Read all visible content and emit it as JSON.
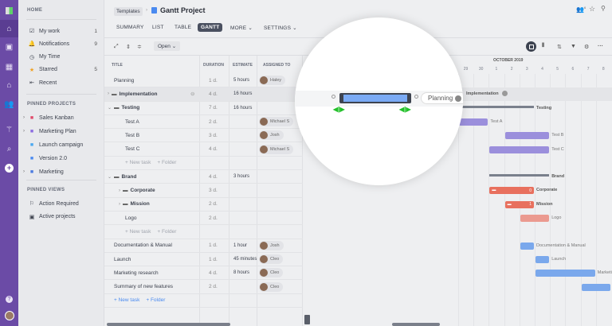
{
  "rail": {
    "icons": [
      "logo-icon",
      "home-icon",
      "briefcase-icon",
      "board-icon",
      "building-icon",
      "people-icon",
      "wand-icon",
      "search-icon",
      "plus-icon",
      "help-icon",
      "avatar"
    ]
  },
  "sidebar": {
    "home_heading": "HOME",
    "items": [
      {
        "label": "My work",
        "count": "1",
        "icon": "checkbox-icon"
      },
      {
        "label": "Notifications",
        "count": "9",
        "icon": "bell-icon"
      },
      {
        "label": "My Time",
        "count": "",
        "icon": "clock-icon"
      },
      {
        "label": "Starred",
        "count": "5",
        "icon": "star-icon"
      },
      {
        "label": "Recent",
        "count": "",
        "icon": "recent-icon"
      }
    ],
    "pinned_projects_heading": "PINNED PROJECTS",
    "projects": [
      {
        "label": "Sales Kanban",
        "color": "#e04a6a",
        "expandable": true
      },
      {
        "label": "Marketing Plan",
        "color": "#8a6ae0",
        "expandable": true
      },
      {
        "label": "Launch campaign",
        "color": "#4aa8f0",
        "expandable": false
      },
      {
        "label": "Version 2.0",
        "color": "#4a8af0",
        "expandable": false
      },
      {
        "label": "Marketing",
        "color": "#4a7ae0",
        "expandable": true
      }
    ],
    "pinned_views_heading": "PINNED VIEWS",
    "views": [
      {
        "label": "Action Required",
        "icon": "action-icon"
      },
      {
        "label": "Active projects",
        "icon": "briefcase-icon"
      }
    ]
  },
  "header": {
    "breadcrumb": "Templates",
    "title": "Gantt Project",
    "tabs": [
      "SUMMARY",
      "LIST",
      "TABLE",
      "GANTT",
      "MORE",
      "SETTINGS"
    ],
    "active_tab": "GANTT",
    "members_count": "6"
  },
  "toolbar": {
    "open_label": "Open"
  },
  "table": {
    "columns": [
      "TITLE",
      "DURATION",
      "ESTIMATE",
      "ASSIGNED TO"
    ],
    "rows": [
      {
        "title": "Planning",
        "duration": "1 d.",
        "estimate": "5 hours",
        "assignee": "Haley",
        "level": 0,
        "type": "task"
      },
      {
        "title": "Implementation",
        "duration": "4 d.",
        "estimate": "16 hours",
        "assignee": "",
        "level": 0,
        "type": "folder",
        "collapsed": true
      },
      {
        "title": "Testing",
        "duration": "7 d.",
        "estimate": "16 hours",
        "assignee": "",
        "level": 0,
        "type": "folder",
        "collapsed": false
      },
      {
        "title": "Test A",
        "duration": "2 d.",
        "estimate": "",
        "assignee": "Michael S",
        "level": 1,
        "type": "task"
      },
      {
        "title": "Test B",
        "duration": "3 d.",
        "estimate": "",
        "assignee": "Josh",
        "level": 1,
        "type": "task"
      },
      {
        "title": "Test C",
        "duration": "4 d.",
        "estimate": "",
        "assignee": "Michael S",
        "level": 1,
        "type": "task"
      },
      {
        "type": "new",
        "level": 1,
        "new_task": "+ New task",
        "folder": "+ Folder"
      },
      {
        "title": "Brand",
        "duration": "4 d.",
        "estimate": "3 hours",
        "assignee": "",
        "level": 0,
        "type": "folder",
        "collapsed": false
      },
      {
        "title": "Corporate",
        "duration": "3 d.",
        "estimate": "",
        "assignee": "",
        "level": 1,
        "type": "folder",
        "collapsed": true
      },
      {
        "title": "Mission",
        "duration": "2 d.",
        "estimate": "",
        "assignee": "",
        "level": 1,
        "type": "folder",
        "collapsed": true
      },
      {
        "title": "Logo",
        "duration": "2 d.",
        "estimate": "",
        "assignee": "",
        "level": 1,
        "type": "task"
      },
      {
        "type": "new",
        "level": 1,
        "new_task": "+ New task",
        "folder": "+ Folder"
      },
      {
        "title": "Documentation & Manual",
        "duration": "1 d.",
        "estimate": "1 hour",
        "assignee": "Josh",
        "level": 0,
        "type": "task"
      },
      {
        "title": "Launch",
        "duration": "1 d.",
        "estimate": "45 minutes",
        "assignee": "Cleo",
        "level": 0,
        "type": "task"
      },
      {
        "title": "Marketing research",
        "duration": "4 d.",
        "estimate": "8 hours",
        "assignee": "Cleo",
        "level": 0,
        "type": "task"
      },
      {
        "title": "Summary of new features",
        "duration": "2 d.",
        "estimate": "",
        "assignee": "Cleo",
        "level": 0,
        "type": "task"
      },
      {
        "type": "new",
        "level": 0,
        "new_task": "+ New task",
        "folder": "+ Folder",
        "active": true
      }
    ]
  },
  "gantt": {
    "month": "OCTOBER 2019",
    "days": [
      "29",
      "30",
      "1",
      "2",
      "3",
      "4",
      "5",
      "6",
      "7",
      "8"
    ],
    "bars": [
      {
        "row": 2,
        "label": "Testing",
        "start": "29",
        "days": 5,
        "kind": "summary"
      },
      {
        "row": 3,
        "label": "Test A",
        "start": "29",
        "days": 2,
        "color": "#9b8fdc"
      },
      {
        "row": 4,
        "label": "Test B",
        "start": "2",
        "days": 3,
        "color": "#9b8fdc"
      },
      {
        "row": 5,
        "label": "Test C",
        "start": "1",
        "days": 4,
        "color": "#9b8fdc"
      },
      {
        "row": 7,
        "label": "Brand",
        "start": "1",
        "days": 4,
        "kind": "summary"
      },
      {
        "row": 8,
        "label": "Corporate",
        "start": "1",
        "days": 3,
        "color": "#e8705e",
        "count": "0",
        "bold": true
      },
      {
        "row": 9,
        "label": "Mission",
        "start": "2",
        "days": 2,
        "color": "#e8705e",
        "count": "1",
        "bold": true
      },
      {
        "row": 10,
        "label": "Logo",
        "start": "3",
        "days": 2,
        "color": "#eb9a90"
      },
      {
        "row": 12,
        "label": "Documentation & Manual",
        "start": "3",
        "days": 1,
        "color": "#7aa8ec"
      },
      {
        "row": 13,
        "label": "Launch",
        "start": "4",
        "days": 1,
        "color": "#7aa8ec"
      },
      {
        "row": 14,
        "label": "Marketing research",
        "start": "4",
        "days": 4,
        "color": "#7aa8ec"
      },
      {
        "row": 15,
        "label": "",
        "start": "7",
        "days": 2,
        "color": "#7aa8ec"
      }
    ],
    "implementation_label": "Implementation"
  },
  "lens": {
    "bar_label": "Planning",
    "bar_color": "#7aaaf5",
    "handle_color": "#22c02a"
  }
}
